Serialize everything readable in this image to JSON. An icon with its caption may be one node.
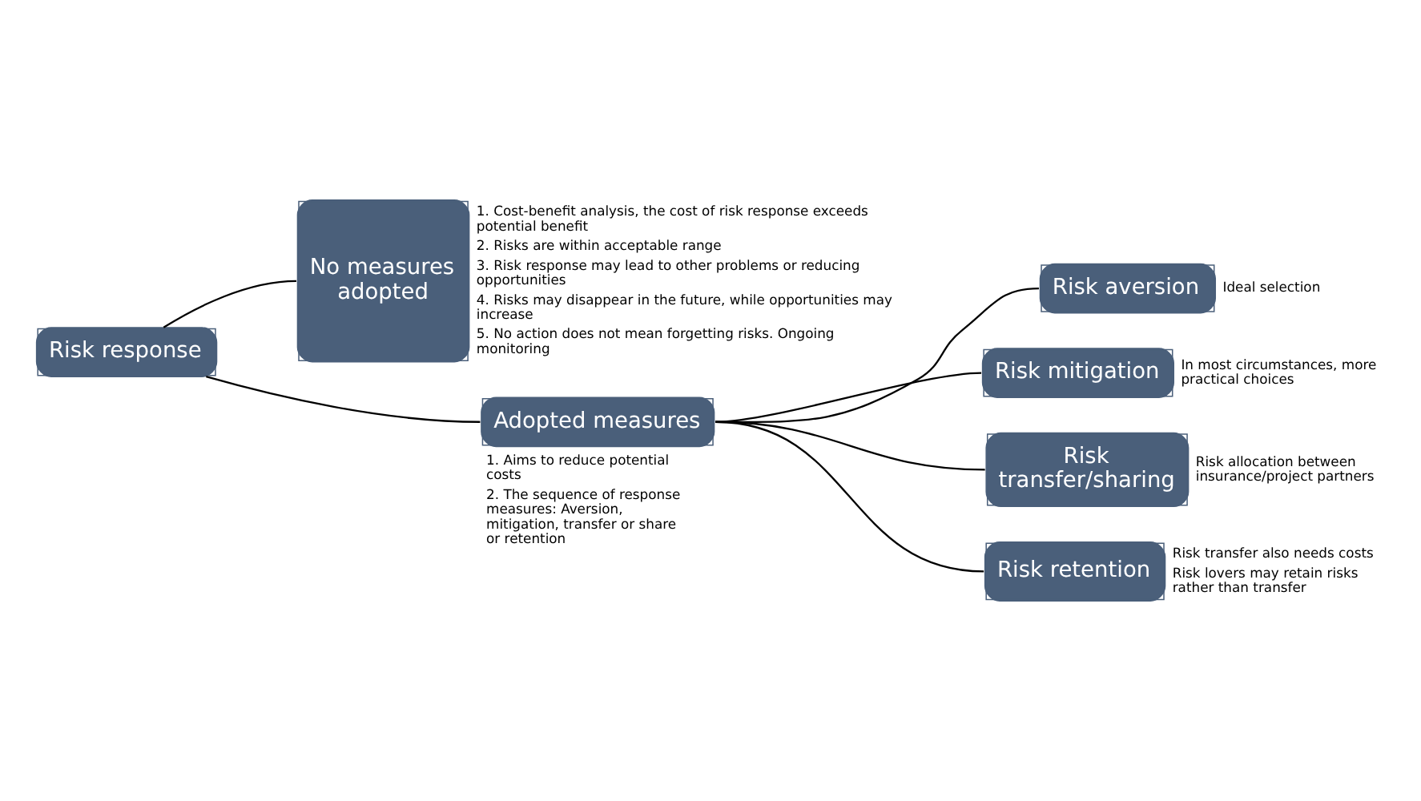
{
  "diagram": {
    "nodes": [
      {
        "text": [
          "Risk response"
        ]
      },
      {
        "text": [
          "No measures adopted"
        ],
        "beside": [
          "1. Cost-benefit analysis, the cost of risk response exceeds potential benefit",
          "2. Risks are within acceptable range",
          "3. Risk response may lead to other problems or reducing opportunities",
          "4. Risks may disappear in the future, while opportunities may increase",
          "5. No action does not mean forgetting risks. Ongoing monitoring"
        ]
      },
      {
        "text": [
          "Adopted measures"
        ],
        "beside": [
          "1. Aims to reduce potential costs",
          "2. The sequence of response measures: Aversion, mitigation, transfer or share or retention"
        ]
      },
      {
        "text": [
          "Risk aversion"
        ],
        "beside": [
          "Ideal selection"
        ]
      },
      {
        "text": [
          "Risk mitigation"
        ],
        "beside": [
          "In most circumstances, more practical choices"
        ]
      },
      {
        "text": [
          "Risk transfer/sharing"
        ],
        "beside": [
          "Risk allocation between insurance/project partners"
        ]
      },
      {
        "text": [
          "Risk retention"
        ],
        "beside": [
          "Risk transfer also needs costs",
          "Risk lovers may retain risks rather than transfer"
        ]
      }
    ],
    "edges": [
      {
        "from": 0,
        "to": 1,
        "arrow": "none"
      },
      {
        "from": 0,
        "to": 2,
        "arrow": "none"
      },
      {
        "from": 2,
        "to": 3,
        "arrow": "none"
      },
      {
        "from": 2,
        "to": 4,
        "arrow": "none"
      },
      {
        "from": 2,
        "to": 5,
        "arrow": "none"
      },
      {
        "from": 2,
        "to": 6,
        "arrow": "none"
      }
    ]
  }
}
